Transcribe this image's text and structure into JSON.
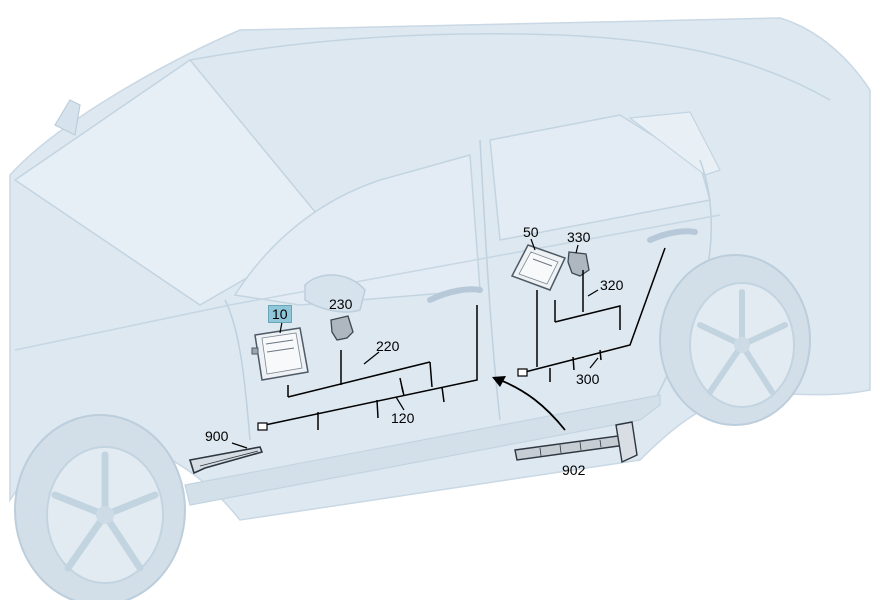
{
  "callouts": {
    "c10": "10",
    "c50": "50",
    "c120": "120",
    "c220": "220",
    "c230": "230",
    "c300": "300",
    "c320": "320",
    "c330": "330",
    "c900": "900",
    "c902": "902"
  },
  "colors": {
    "car_body": "#dbe7f0",
    "car_outline": "#c3d4e1",
    "car_dark": "#b9cbd9",
    "harness_line": "#000000",
    "highlight": "#8fc6d8"
  },
  "highlighted_callout": "10"
}
